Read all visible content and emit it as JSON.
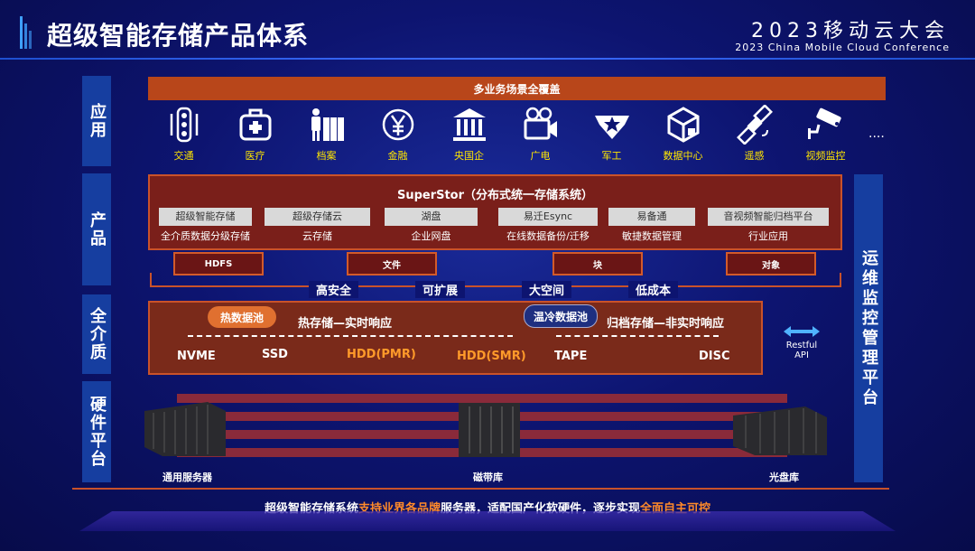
{
  "header": {
    "title": "超级智能存储产品体系",
    "conf_main": "2023移动云大会",
    "conf_sub": "2023 China Mobile Cloud Conference"
  },
  "layers": {
    "app": "应用",
    "product": "产品",
    "media": "全介质",
    "hardware": "硬件平台"
  },
  "app_layer": {
    "banner": "多业务场景全覆盖",
    "items": [
      {
        "label": "交通",
        "icon": "traffic-light-icon"
      },
      {
        "label": "医疗",
        "icon": "medical-kit-icon"
      },
      {
        "label": "档案",
        "icon": "archive-icon"
      },
      {
        "label": "金融",
        "icon": "yen-icon"
      },
      {
        "label": "央国企",
        "icon": "government-building-icon"
      },
      {
        "label": "广电",
        "icon": "camera-icon"
      },
      {
        "label": "军工",
        "icon": "military-badge-icon"
      },
      {
        "label": "数据中心",
        "icon": "cube-icon"
      },
      {
        "label": "遥感",
        "icon": "satellite-icon"
      },
      {
        "label": "视频监控",
        "icon": "cctv-icon"
      }
    ],
    "more": "...."
  },
  "product_layer": {
    "title": "SuperStor（分布式统一存储系统）",
    "products": [
      {
        "name": "超级智能存储",
        "desc": "全介质数据分级存储"
      },
      {
        "name": "超级存储云",
        "desc": "云存储"
      },
      {
        "name": "湖盘",
        "desc": "企业网盘"
      },
      {
        "name": "易迁Esync",
        "desc": "在线数据备份/迁移"
      },
      {
        "name": "易备通",
        "desc": "敏捷数据管理"
      },
      {
        "name": "音视频智能归档平台",
        "desc": "行业应用"
      }
    ],
    "protocols": [
      "HDFS",
      "文件",
      "块",
      "对象"
    ],
    "features": [
      "高安全",
      "可扩展",
      "大空间",
      "低成本"
    ]
  },
  "media_layer": {
    "hot_pool": "热数据池",
    "hot_desc": "热存储—实时响应",
    "cold_pool": "温冷数据池",
    "cold_desc": "归档存储—非实时响应",
    "media": [
      "NVME",
      "SSD",
      "HDD(PMR)",
      "HDD(SMR)",
      "TAPE",
      "DISC"
    ],
    "api": "Restful\nAPI"
  },
  "ops": "运维监控管理平台",
  "hardware": {
    "labels": [
      "通用服务器",
      "磁带库",
      "光盘库"
    ]
  },
  "footer": {
    "part1": "超级智能存储系统",
    "part2": "支持业界各品牌",
    "part3": "服务器，适配国产化软硬件，逐步实现",
    "part4": "全面自主可控"
  },
  "colors": {
    "accent": "#c9522a",
    "highlight": "#ffe600",
    "layer": "#163ea0"
  }
}
